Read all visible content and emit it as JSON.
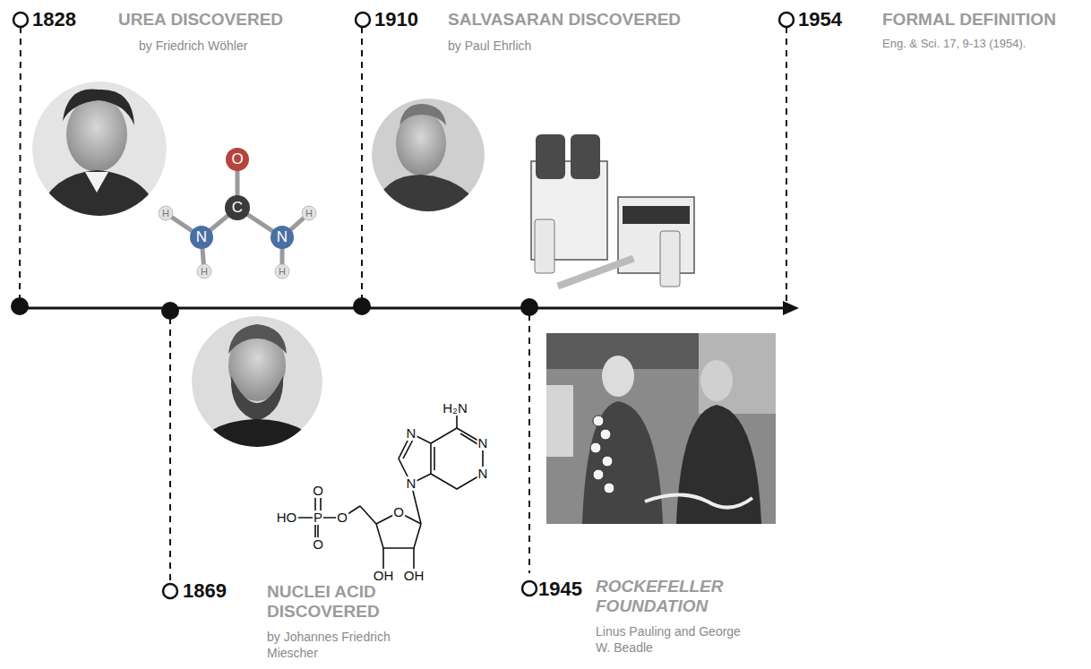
{
  "diagram": {
    "nodes": [
      {
        "text": [
          "1828",
          "UREA DISCOVERED",
          "by Friedrich Wöhler"
        ]
      },
      {
        "text": [
          "1869",
          "NUCLEI ACID DISCOVERED",
          "by Johannes Friedrich Miescher"
        ]
      },
      {
        "text": [
          "1910",
          "SALVASARAN DISCOVERED",
          "by Paul Ehrlich"
        ]
      },
      {
        "text": [
          "1945",
          "ROCKEFELLER FOUNDATION",
          "Linus Pauling and George W. Beadle"
        ]
      },
      {
        "text": [
          "1954",
          "FORMAL DEFINITION",
          "Eng. & Sci. 17, 9-13 (1954)."
        ]
      }
    ],
    "labels": [
      "O",
      "C",
      "N",
      "N",
      "H",
      "H",
      "H",
      "H",
      "H₂N",
      "N",
      "N",
      "N",
      "N",
      "HO",
      "P",
      "O",
      "O",
      "O",
      "O",
      "OH",
      "OH"
    ]
  }
}
